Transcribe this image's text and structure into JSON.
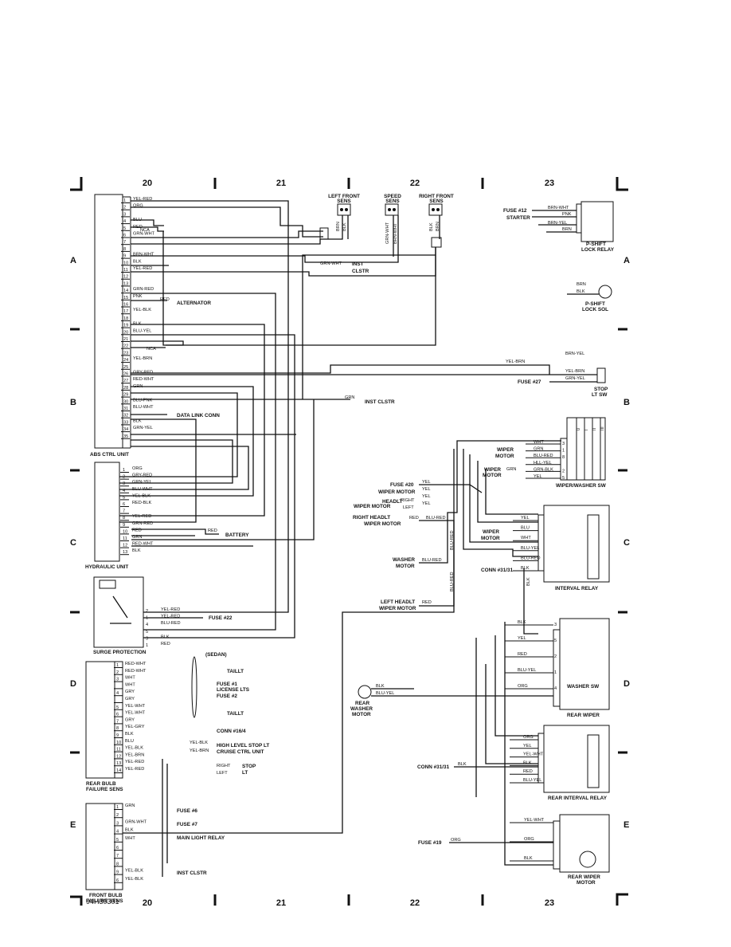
{
  "columns": [
    "20",
    "21",
    "22",
    "23"
  ],
  "rows": [
    "A",
    "B",
    "C",
    "D",
    "E"
  ],
  "page_code": "94H30301",
  "abs_unit": {
    "label": "ABS CTRL UNIT",
    "pins": [
      {
        "n": "1",
        "w": "YEL-RED"
      },
      {
        "n": "2",
        "w": "ORG"
      },
      {
        "n": "3",
        "w": ""
      },
      {
        "n": "4",
        "w": "BLU"
      },
      {
        "n": "5",
        "w": "RED"
      },
      {
        "n": "6",
        "w": "GRN-WHT"
      },
      {
        "n": "7",
        "w": ""
      },
      {
        "n": "8",
        "w": ""
      },
      {
        "n": "9",
        "w": "BRN-WHT"
      },
      {
        "n": "10",
        "w": "BLK"
      },
      {
        "n": "11",
        "w": "YEL-RED"
      },
      {
        "n": "12",
        "w": ""
      },
      {
        "n": "13",
        "w": ""
      },
      {
        "n": "14",
        "w": "GRN-RED"
      },
      {
        "n": "15",
        "w": "PNK"
      },
      {
        "n": "16",
        "w": ""
      },
      {
        "n": "17",
        "w": "YEL-BLK"
      },
      {
        "n": "18",
        "w": ""
      },
      {
        "n": "19",
        "w": "BLK"
      },
      {
        "n": "20",
        "w": "BLU-YEL"
      },
      {
        "n": "21",
        "w": ""
      },
      {
        "n": "22",
        "w": ""
      },
      {
        "n": "23",
        "w": ""
      },
      {
        "n": "24",
        "w": "YEL-BRN"
      },
      {
        "n": "25",
        "w": ""
      },
      {
        "n": "26",
        "w": "GRY-RED"
      },
      {
        "n": "27",
        "w": "RED-WHT"
      },
      {
        "n": "28",
        "w": "GRN"
      },
      {
        "n": "29",
        "w": ""
      },
      {
        "n": "30",
        "w": "BLU-PNK"
      },
      {
        "n": "31",
        "w": "BLU-WHT"
      },
      {
        "n": "32",
        "w": ""
      },
      {
        "n": "33",
        "w": "BLK"
      },
      {
        "n": "34",
        "w": "GRN-YEL"
      },
      {
        "n": "35",
        "w": ""
      }
    ],
    "extras": {
      "nca1": "NCA",
      "nca2": "NCA",
      "red15": "RED",
      "alternator": "ALTERNATOR",
      "data_link": "DATA LINK CONN",
      "grn_wht": "GRN-WHT",
      "inst": "INST",
      "clstr": "CLSTR",
      "grn_b": "GRN",
      "inst_clstr": "INST CLSTR"
    }
  },
  "sensors": {
    "left_front": [
      "LEFT FRONT",
      "SENS"
    ],
    "speed": [
      "SPEED",
      "SENS"
    ],
    "right_front": [
      "RIGHT FRONT",
      "SENS"
    ],
    "lf_wires": [
      "BRN",
      "BLK"
    ],
    "sp_wires": [
      "GRN-WHT",
      "BRN-WHT"
    ],
    "rf_wires": [
      "BLK",
      "BRN"
    ]
  },
  "hydraulic": {
    "label": "HYDRAULIC UNIT",
    "pins": [
      {
        "n": "1",
        "w": "ORG"
      },
      {
        "n": "2",
        "w": "GRY-RED"
      },
      {
        "n": "3",
        "w": "GRN-YEL"
      },
      {
        "n": "4",
        "w": "BLU-WHT"
      },
      {
        "n": "5",
        "w": "YEL-BLK"
      },
      {
        "n": "6",
        "w": "RED-BLK"
      },
      {
        "n": "7",
        "w": ""
      },
      {
        "n": "8",
        "w": "YEL-RED"
      },
      {
        "n": "9",
        "w": "GRN-RED"
      },
      {
        "n": "10",
        "w": "RED"
      },
      {
        "n": "11",
        "w": "GRN"
      },
      {
        "n": "12",
        "w": "RED-WHT"
      },
      {
        "n": "13",
        "w": "BLK"
      }
    ],
    "battery_red": "RED",
    "battery": "BATTERY"
  },
  "surge": {
    "label": "SURGE PROTECTION",
    "pins": [
      {
        "n": "2",
        "w": "YEL-RED"
      },
      {
        "n": "1",
        "w": "YEL-RED"
      },
      {
        "n": "4",
        "w": "BLU-RED"
      },
      {
        "n": "5",
        "w": ""
      },
      {
        "n": "3",
        "w": "BLK"
      },
      {
        "n": "1",
        "w": "RED"
      }
    ],
    "fuse": "FUSE #22"
  },
  "rear_bulb": {
    "label": [
      "REAR BULB",
      "FAILURE SENS"
    ],
    "pins": [
      {
        "n": "1",
        "w": "RED-WHT"
      },
      {
        "n": "2",
        "w": "RED-WHT"
      },
      {
        "n": "3",
        "w": "WHT"
      },
      {
        "n": "",
        "w": "WHT"
      },
      {
        "n": "4",
        "w": "GRY"
      },
      {
        "n": "",
        "w": "GRY"
      },
      {
        "n": "5",
        "w": "YEL-WHT"
      },
      {
        "n": "6",
        "w": "YEL-WHT"
      },
      {
        "n": "7",
        "w": "GRY"
      },
      {
        "n": "8",
        "w": "YEL-GRY"
      },
      {
        "n": "9",
        "w": "BLK"
      },
      {
        "n": "10",
        "w": "BLU"
      },
      {
        "n": "11",
        "w": "YEL-BLK"
      },
      {
        "n": "12",
        "w": "YEL-BRN"
      },
      {
        "n": "13",
        "w": "YEL-RED"
      },
      {
        "n": "14",
        "w": "YEL-RED"
      }
    ],
    "dests": [
      "TAILLT",
      "FUSE #1",
      "LICENSE LTS",
      "FUSE #2",
      "TAILLT",
      "CONN #16/4",
      "HIGH LEVEL STOP LT",
      "CRUISE CTRL UNIT",
      "RIGHT",
      "LEFT",
      "STOP",
      "LT"
    ],
    "sedan": "(SEDAN)",
    "yel_blk": "YEL-BLK",
    "yel_brn": "YEL-BRN"
  },
  "front_bulb": {
    "label": [
      "FRONT BULB",
      "FAILURE SENS"
    ],
    "pins": [
      {
        "n": "1",
        "w": "GRN"
      },
      {
        "n": "2",
        "w": ""
      },
      {
        "n": "3",
        "w": "GRN-WHT"
      },
      {
        "n": "4",
        "w": "BLK"
      },
      {
        "n": "5",
        "w": "WHT"
      },
      {
        "n": "6",
        "w": ""
      },
      {
        "n": "7",
        "w": ""
      },
      {
        "n": "8",
        "w": ""
      },
      {
        "n": "9",
        "w": "YEL-BLK"
      },
      {
        "n": "6",
        "w": "YEL-BLK"
      }
    ],
    "dests": [
      "FUSE #6",
      "FUSE #7",
      "MAIN LIGHT RELAY",
      "INST CLSTR"
    ]
  },
  "pshift": {
    "fuse12": "FUSE #12",
    "starter": "STARTER",
    "wires": [
      "BRN-WHT",
      "PNK",
      "BRN-YEL",
      "BRN"
    ],
    "relay": [
      "P-SHIFT",
      "LOCK RELAY"
    ],
    "sol_wires": [
      "BRN",
      "BLK"
    ],
    "sol": [
      "P-SHIFT",
      "LOCK SOL"
    ],
    "brn_yel": "BRN-YEL",
    "yel_brn_long": "YEL-BRN"
  },
  "stop_sw": {
    "wires": [
      "YEL-BRN",
      "GRN-YEL"
    ],
    "fuse27": "FUSE #27",
    "label": [
      "STOP",
      "LT SW"
    ],
    "inst_grn": "GRN",
    "inst": "INST CLSTR"
  },
  "wiper_sw": {
    "label": "WIPER/WASHER SW",
    "head": [
      "0",
      "I",
      "II",
      "III"
    ],
    "pins": [
      {
        "n": "3",
        "w": "WHT"
      },
      {
        "n": "1",
        "w": "GRN"
      },
      {
        "n": "8",
        "w": "BLU-RED"
      },
      {
        "n": "",
        "w": "HLL-YEL"
      },
      {
        "n": "2",
        "w": "GRN-BLK"
      },
      {
        "n": "5",
        "w": "YEL"
      }
    ],
    "left": [
      [
        "WIPER",
        "MOTOR"
      ],
      [
        "WIPER",
        "MOTOR"
      ]
    ],
    "left_grn": "GRN"
  },
  "right_col": {
    "fuse20": "FUSE #20",
    "wiper_motor": "WIPER MOTOR",
    "headlt": "HEADLT",
    "wiper_motor2": "WIPER MOTOR",
    "right": "RIGHT",
    "left": "LEFT",
    "yel": [
      "YEL",
      "YEL",
      "YEL",
      "YEL"
    ],
    "rhw": [
      "RIGHT HEADLT",
      "WIPER MOTOR"
    ],
    "red": "RED",
    "blu_red": "BLU-RED",
    "washer": [
      "WASHER",
      "MOTOR"
    ],
    "blu_red2": "BLU-RED",
    "lhw": [
      "LEFT HEADLT",
      "WIPER MOTOR"
    ],
    "red2": "RED",
    "vert1": "BLU-RED",
    "vert2": "BLU-RED",
    "vert3": "BLK"
  },
  "interval_relay": {
    "label": "INTERVAL RELAY",
    "pins": [
      "YEL",
      "BLU",
      "WHT",
      "BLU-YEL",
      "BLU-RED",
      "BLK"
    ],
    "wiper": [
      "WIPER",
      "MOTOR"
    ],
    "conn": "CONN #31/31"
  },
  "rear_wiper": {
    "label": "REAR WIPER",
    "pins": [
      {
        "n": "3",
        "w": "BLK"
      },
      {
        "n": "5",
        "w": "YEL"
      },
      {
        "n": "2",
        "w": "RED"
      },
      {
        "n": "1",
        "w": "BLU-YEL"
      },
      {
        "n": "4",
        "w": "ORG"
      }
    ],
    "washer_sw": "WASHER SW",
    "motor_wires": [
      "BLK",
      "BLU-YEL"
    ],
    "motor": [
      "REAR",
      "WASHER",
      "MOTOR"
    ]
  },
  "rear_interval": {
    "label": "REAR INTERVAL RELAY",
    "pins": [
      "ORG",
      "YEL",
      "YEL-WHT",
      "BLK",
      "RED",
      "BLU-YEL"
    ],
    "conn": "CONN #31/31",
    "conn_blk": "BLK"
  },
  "rear_motor": {
    "label": [
      "REAR WIPER",
      "MOTOR"
    ],
    "pins": [
      "YEL-WHT",
      "ORG",
      "BLK"
    ],
    "fuse19": "FUSE #19",
    "org": "ORG"
  }
}
